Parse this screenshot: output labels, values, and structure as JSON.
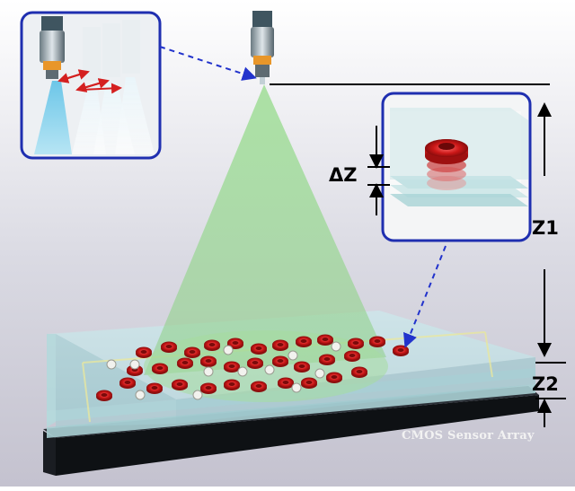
{
  "labels": {
    "delta_z": "ΔZ",
    "z1": "Z1",
    "z2": "Z2",
    "sensor": "CMOS Sensor Array"
  },
  "colors": {
    "inset_border": "#1f2fb0",
    "arrow_dashed": "#2233cc",
    "cone": "#8fd28f",
    "red_cell": "#c81a1a",
    "sensor_base": "#111418"
  }
}
